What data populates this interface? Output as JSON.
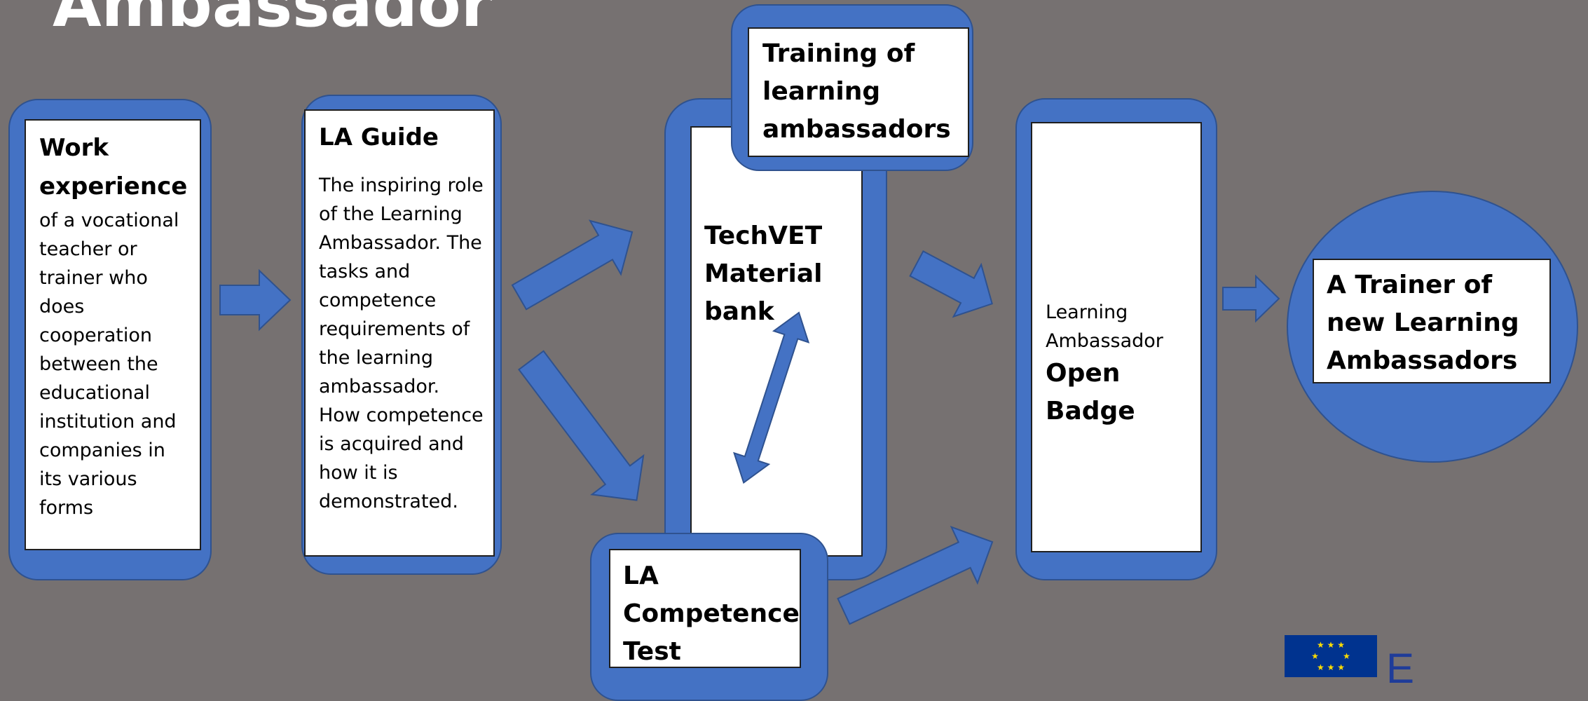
{
  "title": "Ambassador",
  "boxes": {
    "work": {
      "heading": "Work\nexperience",
      "body": "of a vocational\nteacher or\ntrainer who\ndoes\ncooperation\nbetween the\neducational\ninstitution and\ncompanies in\nits various\nforms"
    },
    "guide": {
      "heading": "LA Guide",
      "body": "The inspiring role\nof the Learning\nAmbassador. The\ntasks and\ncompetence\nrequirements of\nthe learning\nambassador.\nHow competence\nis acquired and\nhow it is\ndemonstrated."
    },
    "training": {
      "heading": "Training of\nlearning\nambassadors"
    },
    "material": {
      "heading": "TechVET\nMaterial\nbank"
    },
    "test": {
      "heading": "LA\nCompetence\nTest"
    },
    "badge": {
      "pre": "Learning\nAmbassador",
      "heading": "Open\nBadge"
    },
    "trainer": {
      "heading": "A Trainer of\nnew Learning\nAmbassadors"
    }
  },
  "logo": {
    "text": "E",
    "stars": "★ ★ ★\n★         ★\n★ ★ ★"
  },
  "colors": {
    "background": "#767171",
    "accent": "#4472c4",
    "border": "#2f528f",
    "box": "#ffffff"
  }
}
